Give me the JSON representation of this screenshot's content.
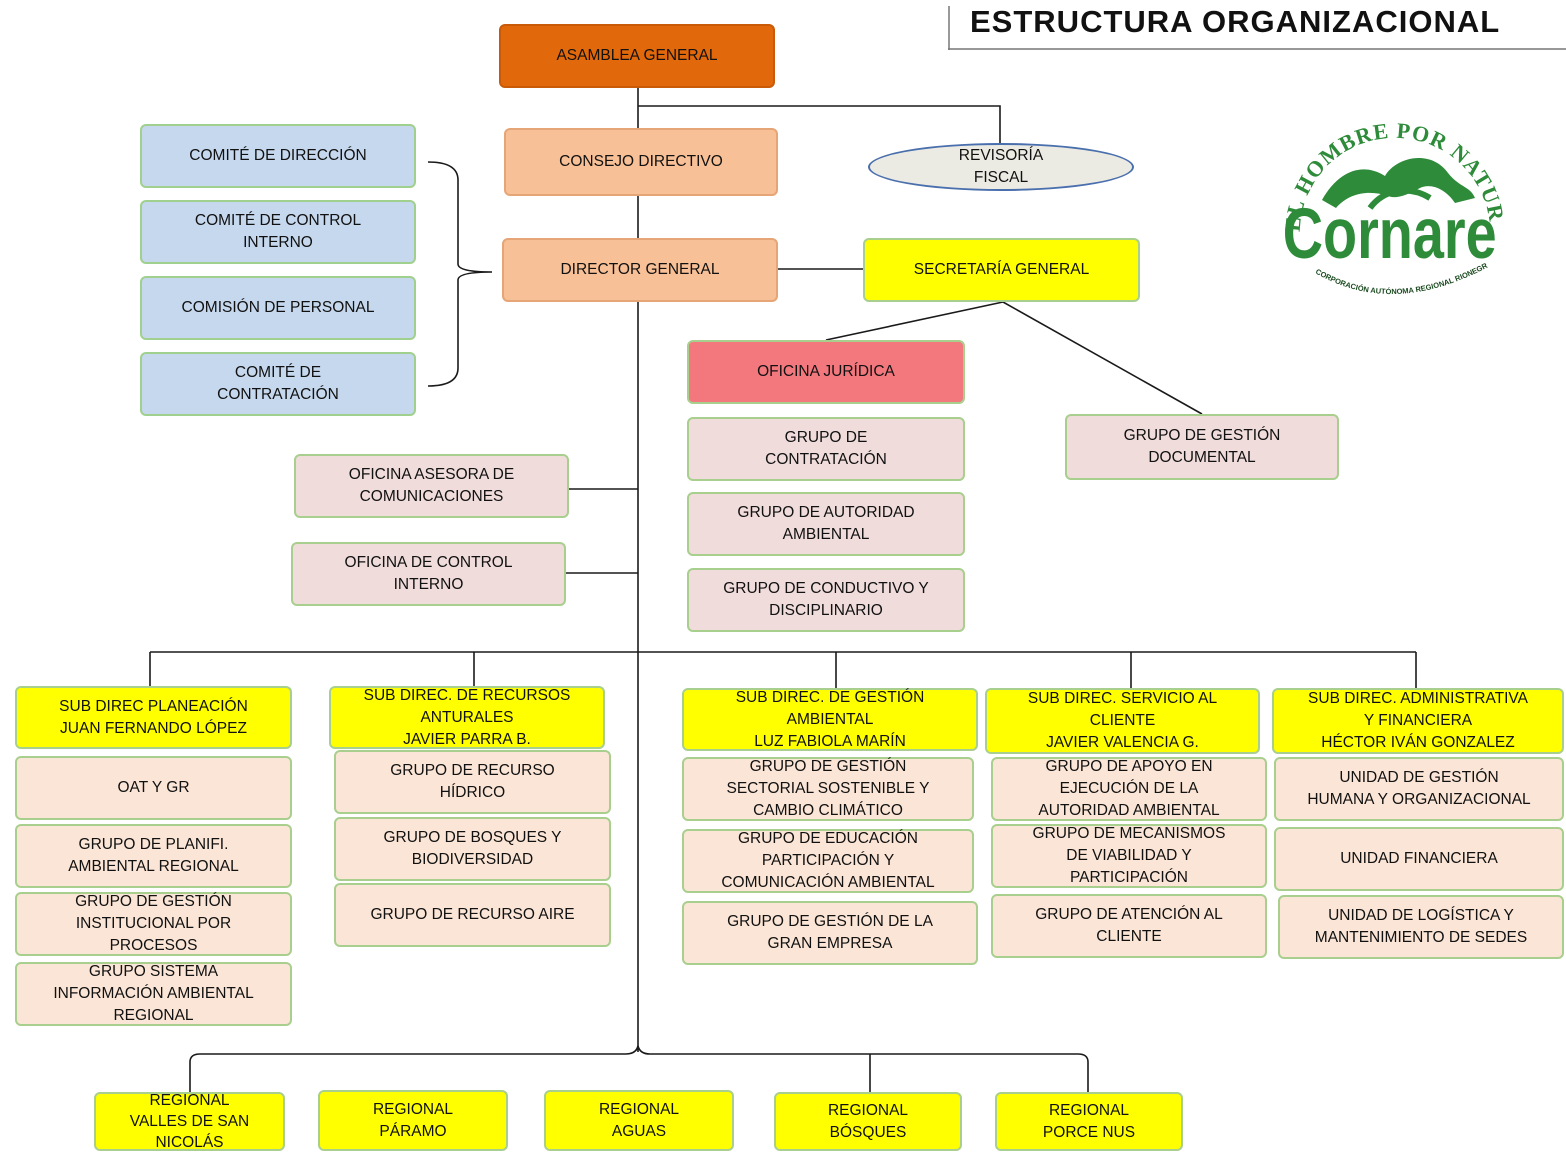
{
  "title": "ESTRUCTURA   ORGANIZACIONAL",
  "logo": {
    "arc_text": "EL HOMBRE POR NATURALEZA",
    "brand": "Cornare",
    "sub_text": "CORPORACIÓN AUTÓNOMA REGIONAL RIONEGRO-NARE",
    "color": "#2e8b3a"
  },
  "colors": {
    "asamblea": "#e2680c",
    "consejo_director": "#f8c096",
    "comites": "#c6d8ee",
    "oficina_juridica": "#f2787e",
    "grupos_secretaria": "#efdcdb",
    "grupos_subdireccion": "#fbe5d6",
    "subdirecciones_regionales": "#ffff00"
  },
  "top": {
    "asamblea": "ASAMBLEA GENERAL",
    "consejo": "CONSEJO  DIRECTIVO",
    "revisoria": "REVISORÍA\nFISCAL",
    "director": "DIRECTOR  GENERAL",
    "secretaria": "SECRETARÍA   GENERAL"
  },
  "comites": [
    "COMITÉ   DE DIRECCIÓN",
    "COMITÉ   DE  CONTROL\nINTERNO",
    "COMISIÓN  DE PERSONAL",
    "COMITÉ  DE\nCONTRATACIÓN"
  ],
  "oficina_juridica": {
    "label": "OFICINA   JURÍDICA",
    "grupos": [
      "GRUPO  DE\nCONTRATACIÓN",
      "GRUPO  DE  AUTORIDAD\nAMBIENTAL",
      "GRUPO  DE  CONDUCTIVO   Y\nDISCIPLINARIO"
    ]
  },
  "gestion_documental": "GRUPO  DE  GESTIÓN\nDOCUMENTAL",
  "oficinas_asesoras": [
    "OFICINA  ASESORA  DE\nCOMUNICACIONES",
    "OFICINA  DE  CONTROL\nINTERNO"
  ],
  "subdirecciones": [
    {
      "label": "SUB DIREC   PLANEACIÓN\nJUAN FERNANDO  LÓPEZ",
      "grupos": [
        "OAT Y GR",
        "GRUPO  DE  PLANIFI.\nAMBIENTAL  REGIONAL",
        "GRUPO  DE  GESTIÓN\nINSTITUCIONAL  POR\nPROCESOS",
        "GRUPO   SISTEMA\nINFORMACIÓN  AMBIENTAL\nREGIONAL"
      ]
    },
    {
      "label": "SUB DIREC.  DE  RECURSOS\nANTURALES\nJAVIER PARRA B.",
      "grupos": [
        "GRUPO  DE  RECURSO\nHÍDRICO",
        "GRUPO  DE  BOSQUES  Y\nBIODIVERSIDAD",
        "GRUPO  DE  RECURSO   AIRE"
      ]
    },
    {
      "label": "SUB DIREC.  DE  GESTIÓN\nAMBIENTAL\nLUZ FABIOLA MARÍN",
      "grupos": [
        "GRUPO  DE  GESTIÓN\nSECTORIAL  SOSTENIBLE   Y\nCAMBIO  CLIMÁTICO",
        "GRUPO  DE  EDUCACIÓN\nPARTICIPACIÓN    Y\nCOMUNICACIÓN    AMBIENTAL",
        "GRUPO  DE  GESTIÓN  DE  LA\nGRAN EMPRESA"
      ]
    },
    {
      "label": "SUB DIREC.  SERVICIO   AL\nCLIENTE\nJAVIER VALENCIA  G.",
      "grupos": [
        "GRUPO  DE  APOYO  EN\nEJECUCIÓN  DE  LA\nAUTORIDAD  AMBIENTAL",
        "GRUPO  DE  MECANISMOS\nDE  VIABILIDAD   Y\nPARTICIPACIÓN",
        "GRUPO  DE  ATENCIÓN  AL\nCLIENTE"
      ]
    },
    {
      "label": "SUB DIREC.  ADMINISTRATIVA\nY FINANCIERA\nHÉCTOR   IVÁN  GONZALEZ",
      "grupos": [
        "UNIDAD  DE  GESTIÓN\nHUMANA  Y  ORGANIZACIONAL",
        "UNIDAD  FINANCIERA",
        "UNIDAD  DE  LOGÍSTICA  Y\nMANTENIMIENTO   DE  SEDES"
      ]
    }
  ],
  "regionales": [
    "REGIONAL\nVALLES DE SAN\nNICOLÁS",
    "REGIONAL\nPÁRAMO",
    "REGIONAL\nAGUAS",
    "REGIONAL\nBÓSQUES",
    "REGIONAL\nPORCE  NUS"
  ]
}
